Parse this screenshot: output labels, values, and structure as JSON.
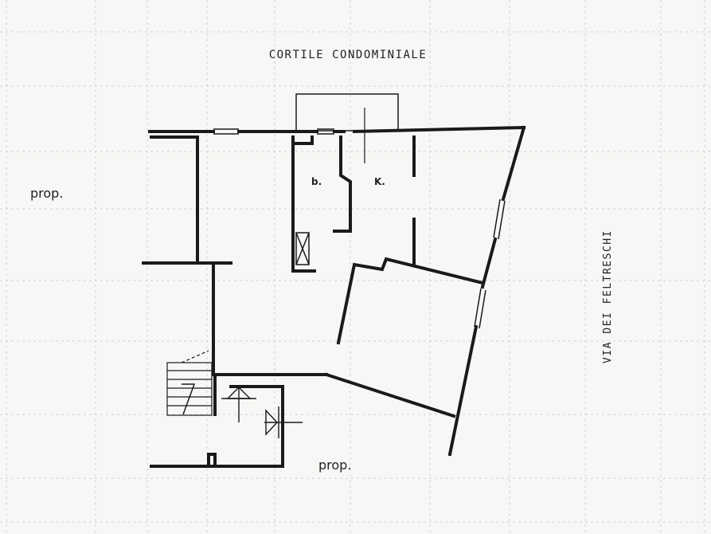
{
  "labels": {
    "courtyard": "CORTILE CONDOMINIALE",
    "street": "VIA DEI FELTRESCHI",
    "prop_left": "prop.",
    "prop_bottom": "prop.",
    "bathroom": "b.",
    "kitchen": "K."
  },
  "colors": {
    "paper": "#f7f7f5",
    "ink": "#1a1a1a",
    "grid": "#cfcfcf"
  }
}
